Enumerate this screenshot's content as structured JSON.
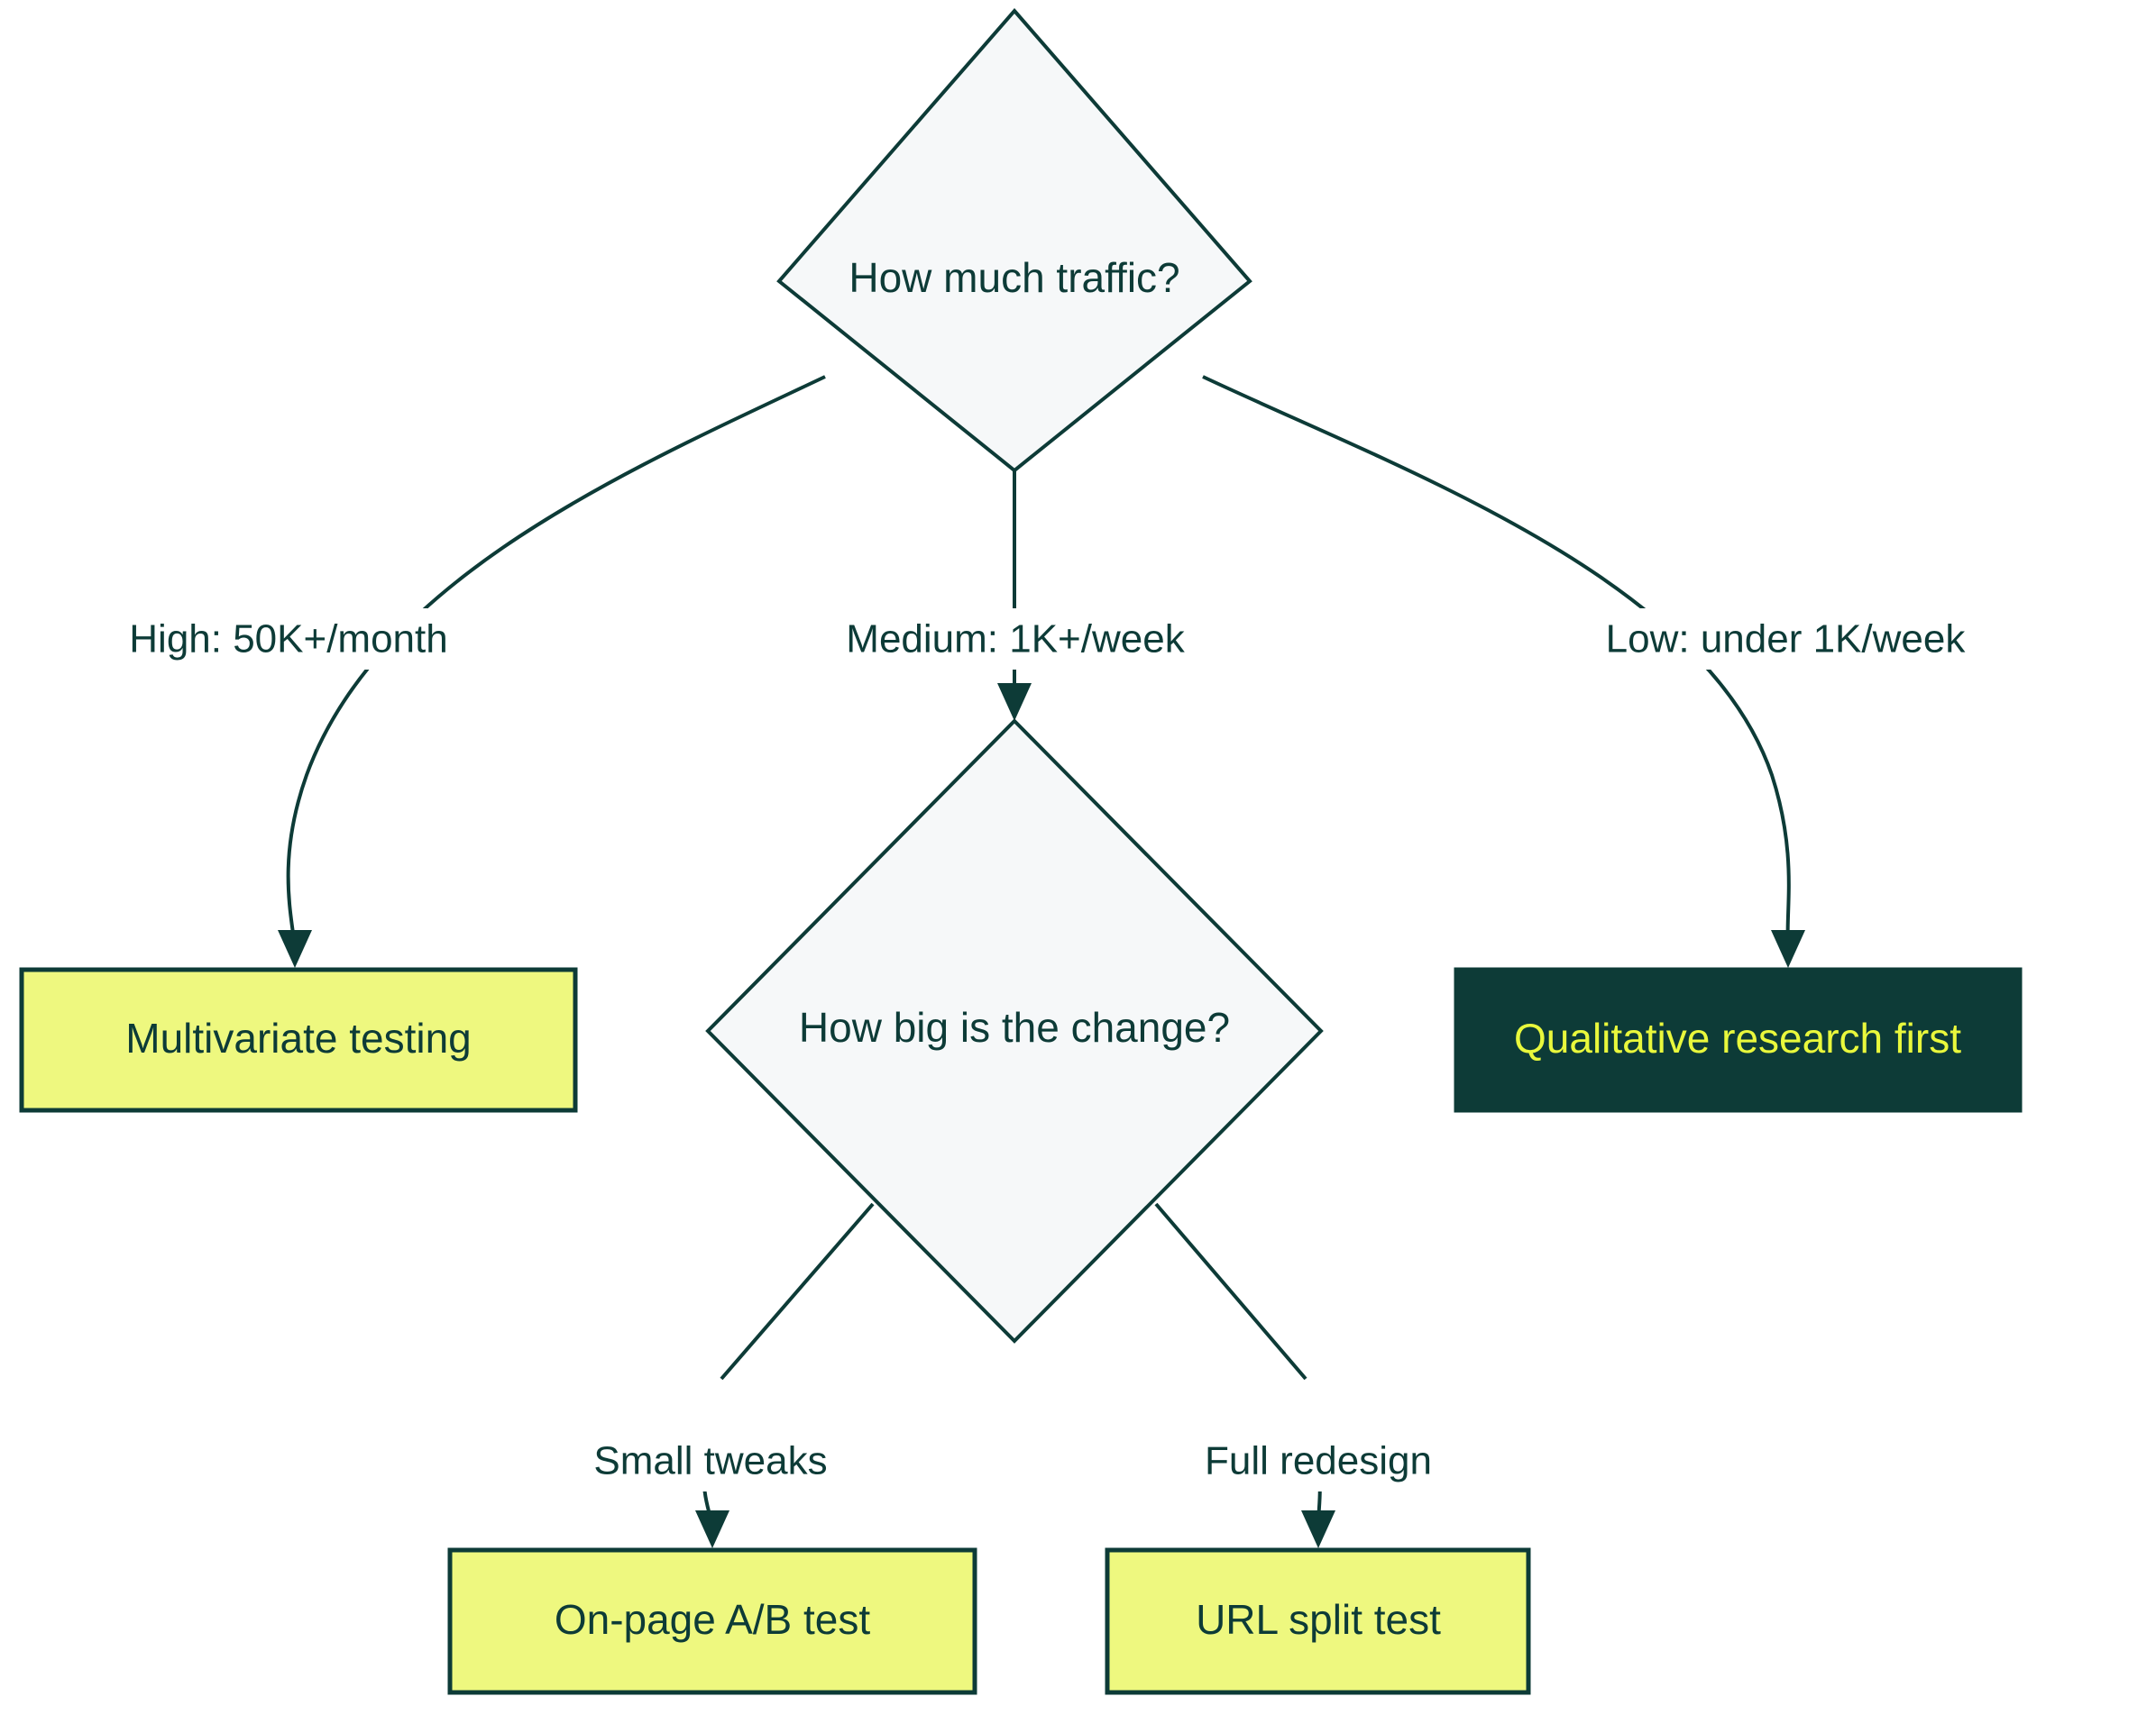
{
  "diagram": {
    "type": "flowchart",
    "orientation": "top-down",
    "background_color": "#ffffff",
    "palette": {
      "stroke": "#0d3b37",
      "decision_fill": "#f6f8f9",
      "terminal_yellow_fill": "#eef87f",
      "terminal_dark_fill": "#0d3b37",
      "text_dark": "#0d3b37",
      "text_on_dark": "#e9f83c"
    },
    "nodes": {
      "decision_traffic": {
        "label": "How much traffic?",
        "shape": "diamond"
      },
      "decision_change": {
        "label": "How big is the change?",
        "shape": "diamond"
      },
      "result_multivariate": {
        "label": "Multivariate testing",
        "shape": "rectangle",
        "style": "yellow"
      },
      "result_qualitative": {
        "label": "Qualitative research first",
        "shape": "rectangle",
        "style": "dark"
      },
      "result_onpage": {
        "label": "On-page A/B test",
        "shape": "rectangle",
        "style": "yellow"
      },
      "result_url_split": {
        "label": "URL split test",
        "shape": "rectangle",
        "style": "yellow"
      }
    },
    "edges": {
      "traffic_high": {
        "label": "High: 50K+/month",
        "from": "decision_traffic",
        "to": "result_multivariate"
      },
      "traffic_medium": {
        "label": "Medium: 1K+/week",
        "from": "decision_traffic",
        "to": "decision_change"
      },
      "traffic_low": {
        "label": "Low: under 1K/week",
        "from": "decision_traffic",
        "to": "result_qualitative"
      },
      "change_small": {
        "label": "Small tweaks",
        "from": "decision_change",
        "to": "result_onpage"
      },
      "change_full": {
        "label": "Full redesign",
        "from": "decision_change",
        "to": "result_url_split"
      }
    }
  }
}
